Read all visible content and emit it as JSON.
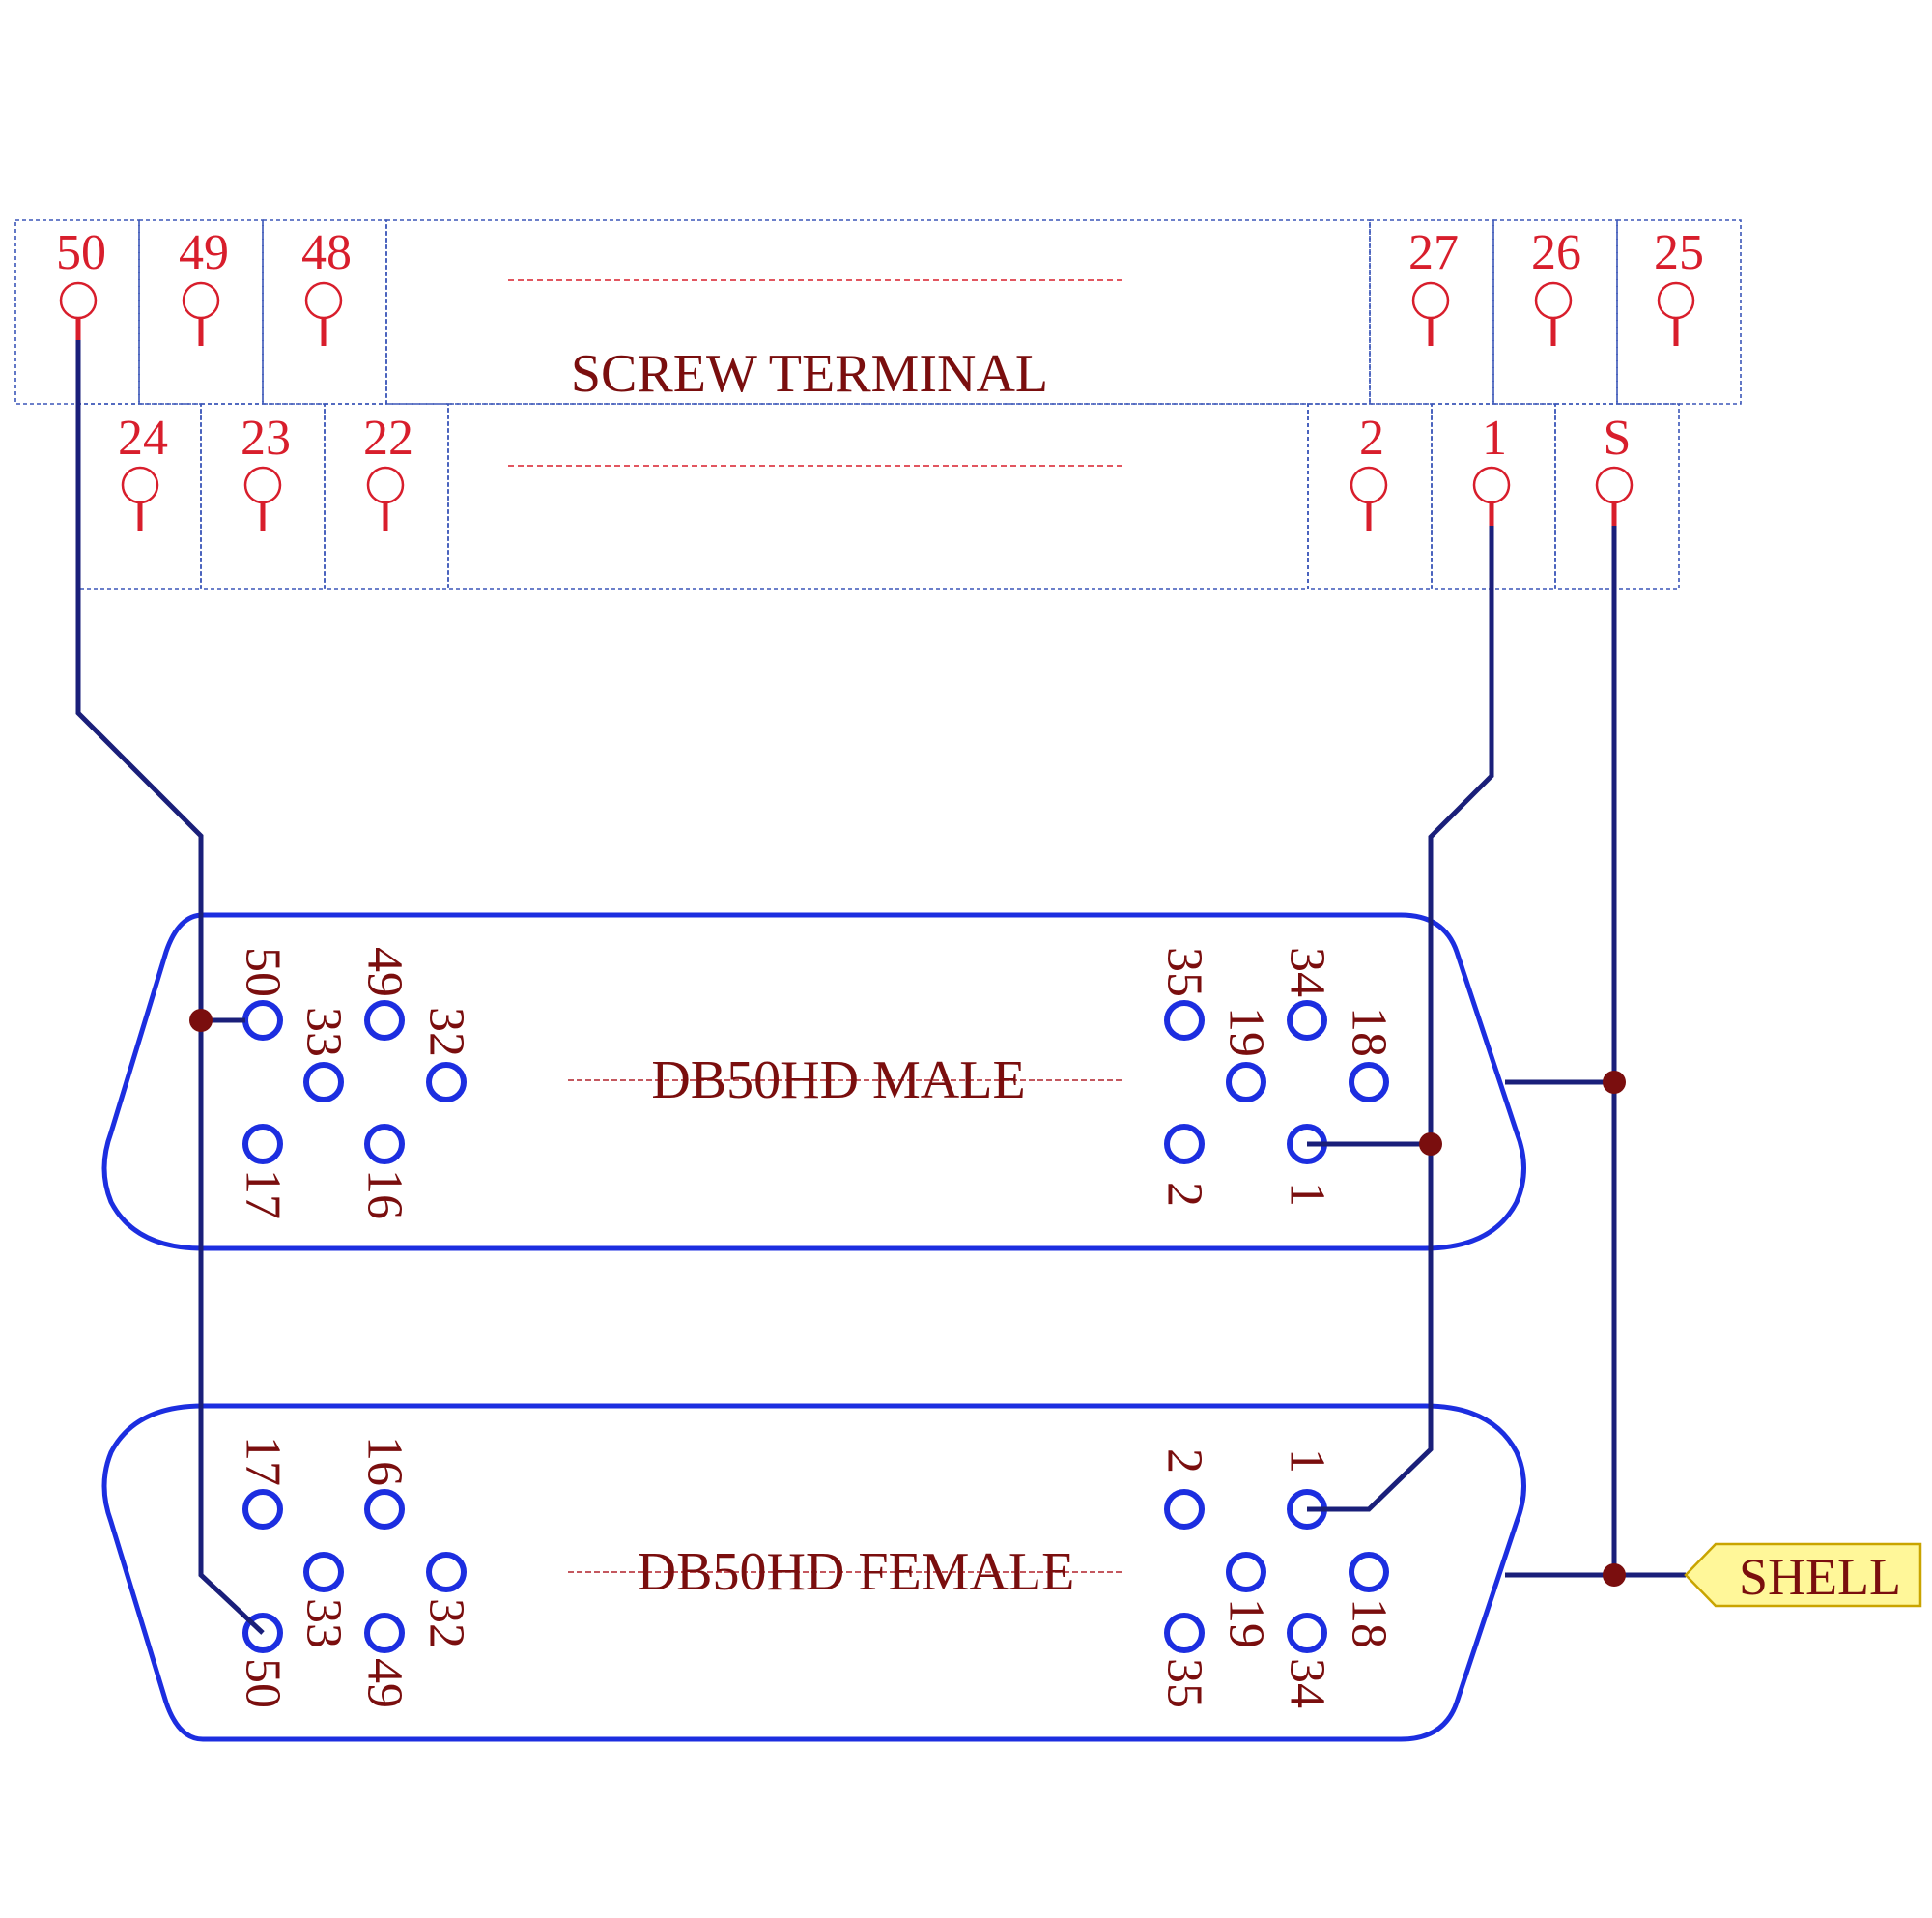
{
  "screw_terminal": {
    "title": "SCREW TERMINAL",
    "top_row": [
      "50",
      "49",
      "48",
      "27",
      "26",
      "25"
    ],
    "bottom_row": [
      "24",
      "23",
      "22",
      "2",
      "1",
      "S"
    ]
  },
  "male_connector": {
    "title": "DB50HD   MALE",
    "pins": [
      "50",
      "49",
      "33",
      "32",
      "17",
      "16",
      "35",
      "34",
      "19",
      "18",
      "2",
      "1"
    ]
  },
  "female_connector": {
    "title": "DB50HD   FEMALE",
    "pins": [
      "17",
      "16",
      "33",
      "32",
      "50",
      "49",
      "2",
      "1",
      "19",
      "18",
      "35",
      "34"
    ]
  },
  "shell_tag": "SHELL",
  "colors": {
    "terminal_red": "#d81e2c",
    "label_maroon": "#7a0e0e",
    "wire_navy": "#1a1f7a",
    "connector_blue": "#1c2ee0",
    "shell_fill": "#fff799"
  }
}
